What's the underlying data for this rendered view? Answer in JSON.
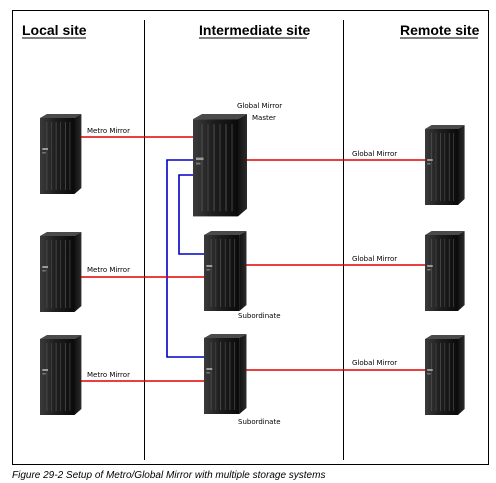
{
  "sites": {
    "local": "Local site",
    "intermediate": "Intermediate site",
    "remote": "Remote site"
  },
  "links": {
    "metro_mirror": "Metro Mirror",
    "global_mirror": "Global Mirror"
  },
  "roles": {
    "master_line1": "Global Mirror",
    "master_line2": "Master",
    "subordinate": "Subordinate"
  },
  "caption": "Figure 29-2   Setup of Metro/Global Mirror with multiple storage systems",
  "colors": {
    "metro_link": "#e00000",
    "global_link": "#e00000",
    "control_link": "#0000c8",
    "frame": "#000000"
  }
}
